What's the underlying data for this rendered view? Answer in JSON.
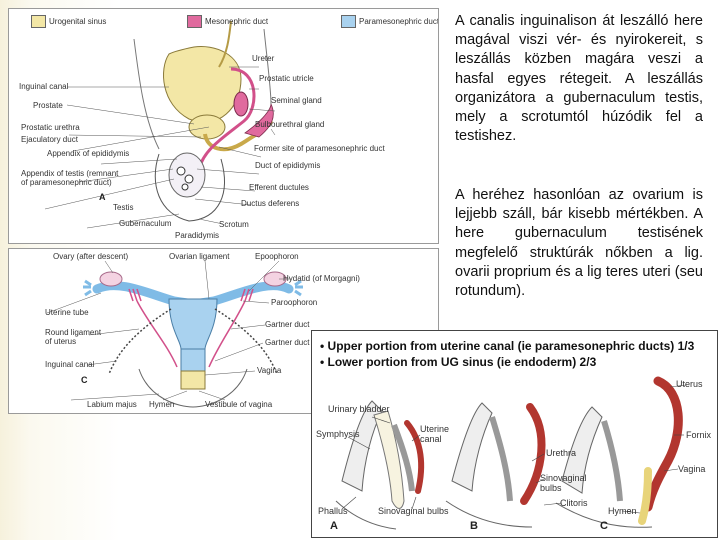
{
  "text": {
    "para1": "A canalis inguinalison át leszálló here magával viszi vér- és nyirokereit, s leszállás közben magára veszi a hasfal egyes rétegeit. A leszállás organizátora a gubernaculum testis, mely a scrotumtól húzódik fel a testishez.",
    "para2": "A heréhez hasonlóan az ovarium is lejjebb száll, bár kisebb mértékben. A here gubernaculum testisének megfelelő struktúrák nőkben a lig. ovarii proprium és a lig teres uteri (seu rotundum)."
  },
  "male_figure": {
    "legend": [
      "Urogenital sinus",
      "Mesonephric duct",
      "Paramesonephric duct"
    ],
    "legend_colors": [
      "#f3e7a6",
      "#e06a9e",
      "#a9d2ef"
    ],
    "labels": {
      "ureter": "Ureter",
      "inguinal_canal": "Inguinal canal",
      "prostatic_utricle": "Prostatic utricle",
      "prostate": "Prostate",
      "seminal_gland": "Seminal gland",
      "prostatic_urethra": "Prostatic urethra",
      "bulbourethral_gland": "Bulbourethral gland",
      "ejaculatory_duct": "Ejaculatory duct",
      "appendix_epididymis": "Appendix of epididymis",
      "former_site": "Former site of paramesonephric duct",
      "appendix_testis": "Appendix of testis (remnant",
      "appendix_testis_2": "of paramesonephric duct)",
      "duct_epididymis": "Duct of epididymis",
      "efferent_ductules": "Efferent ductules",
      "panel_letter": "A",
      "testis": "Testis",
      "ductus_deferens": "Ductus deferens",
      "gubernaculum": "Gubernaculum",
      "scrotum": "Scrotum",
      "paradidymis": "Paradidymis"
    }
  },
  "female_figure": {
    "labels": {
      "ovary": "Ovary (after descent)",
      "ovarian_ligament": "Ovarian ligament",
      "epoophoron": "Epoophoron",
      "hydatid": "Hydatid (of Morgagni)",
      "uterine_tube": "Uterine tube",
      "paroophoron": "Paroophoron",
      "gartner_duct": "Gartner duct",
      "round_ligament": "Round ligament",
      "round_ligament_2": "of uterus",
      "gartner_cyst": "Gartner duct cyst",
      "inguinal_canal": "Inguinal canal",
      "vagina": "Vagina",
      "panel_letter": "C",
      "labium": "Labium majus",
      "hymen": "Hymen",
      "vestibule": "Vestibule of vagina"
    }
  },
  "embryo_figure": {
    "bullets": [
      "Upper portion from uterine canal (ie paramesonephric ducts) 1/3",
      "Lower portion from UG sinus (ie endoderm) 2/3"
    ],
    "labels": {
      "urinary_bladder": "Urinary bladder",
      "symphysis": "Symphysis",
      "uterine_canal": "Uterine",
      "uterine_canal_2": "canal",
      "uterus": "Uterus",
      "fornix": "Fornix",
      "urethra": "Urethra",
      "vagina": "Vagina",
      "sinovaginal_bulbs": "Sinovaginal",
      "sinovaginal_bulbs_2": "bulbs",
      "clitoris": "Clitoris",
      "phallus": "Phallus",
      "sinovaginal_bottom": "Sinovaginal bulbs",
      "hymen": "Hymen",
      "letter_a": "A",
      "letter_b": "B",
      "letter_c": "C"
    }
  }
}
